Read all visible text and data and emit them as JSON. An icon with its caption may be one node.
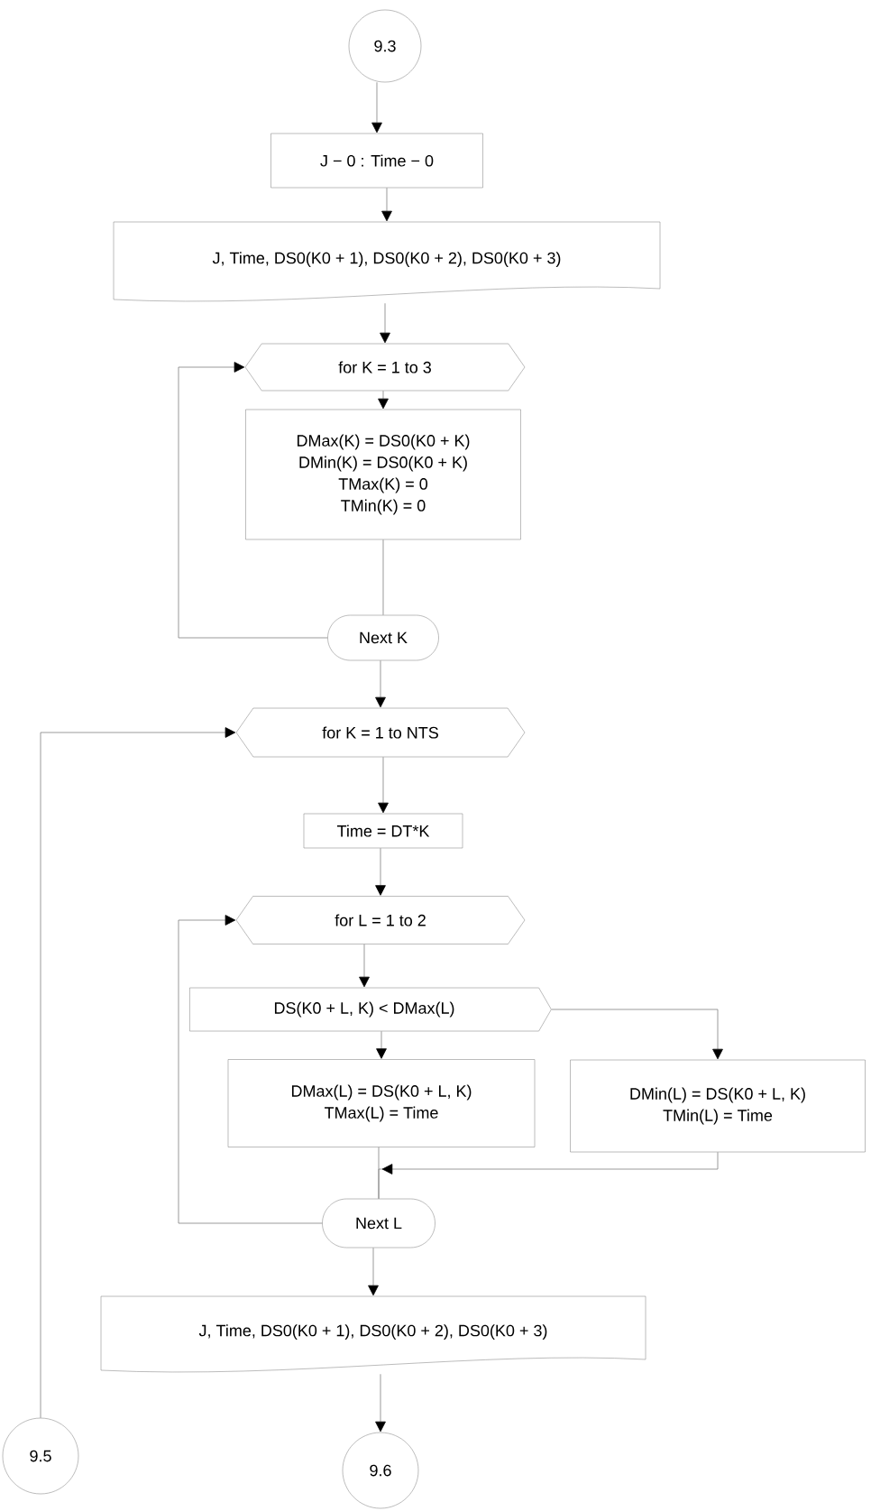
{
  "diagram": {
    "nodes": [
      {
        "text": [
          "9.3"
        ]
      },
      {
        "text": [
          "J − 0 : Time − 0"
        ]
      },
      {
        "text": [
          "J, Time, DS0(K0 + 1), DS0(K0 + 2), DS0(K0 + 3)"
        ]
      },
      {
        "text": [
          "for K = 1 to 3"
        ]
      },
      {
        "text": [
          "DMax(K) = DS0(K0 + K)",
          "DMin(K) = DS0(K0 + K)",
          "TMax(K) = 0",
          "TMin(K) = 0"
        ]
      },
      {
        "text": [
          "Next K"
        ]
      },
      {
        "text": [
          "for K = 1 to NTS"
        ]
      },
      {
        "text": [
          "Time = DT*K"
        ]
      },
      {
        "text": [
          "for L = 1 to 2"
        ]
      },
      {
        "text": [
          "DS(K0 + L, K) < DMax(L)"
        ]
      },
      {
        "text": [
          "DMax(L) = DS(K0 + L, K)",
          "TMax(L) = Time"
        ]
      },
      {
        "text": [
          "DMin(L) = DS(K0 + L, K)",
          "TMin(L) = Time"
        ]
      },
      {
        "text": [
          "Next L"
        ]
      },
      {
        "text": [
          "J, Time, DS0(K0 + 1), DS0(K0 + 2), DS0(K0 + 3)"
        ]
      },
      {
        "text": [
          "9.5"
        ]
      },
      {
        "text": [
          "9.6"
        ]
      }
    ],
    "edges": [
      {
        "from": 0,
        "to": 1,
        "arrow": "to"
      },
      {
        "from": 1,
        "to": 2,
        "arrow": "to"
      },
      {
        "from": 2,
        "to": 3,
        "arrow": "to"
      },
      {
        "from": 3,
        "to": 4,
        "arrow": "to"
      },
      {
        "from": 4,
        "to": 5,
        "arrow": "none"
      },
      {
        "from": 5,
        "to": 3,
        "arrow": "to"
      },
      {
        "from": 5,
        "to": 6,
        "arrow": "to"
      },
      {
        "from": 6,
        "to": 7,
        "arrow": "to"
      },
      {
        "from": 7,
        "to": 8,
        "arrow": "to"
      },
      {
        "from": 8,
        "to": 9,
        "arrow": "to"
      },
      {
        "from": 9,
        "to": 10,
        "arrow": "to"
      },
      {
        "from": 9,
        "to": 11,
        "arrow": "to"
      },
      {
        "from": 10,
        "to": 12,
        "arrow": "none"
      },
      {
        "from": 11,
        "to": 12,
        "arrow": "to"
      },
      {
        "from": 12,
        "to": 8,
        "arrow": "to"
      },
      {
        "from": 12,
        "to": 13,
        "arrow": "to"
      },
      {
        "from": 13,
        "to": 15,
        "arrow": "to"
      },
      {
        "from": 14,
        "to": 6,
        "arrow": "to"
      }
    ]
  }
}
